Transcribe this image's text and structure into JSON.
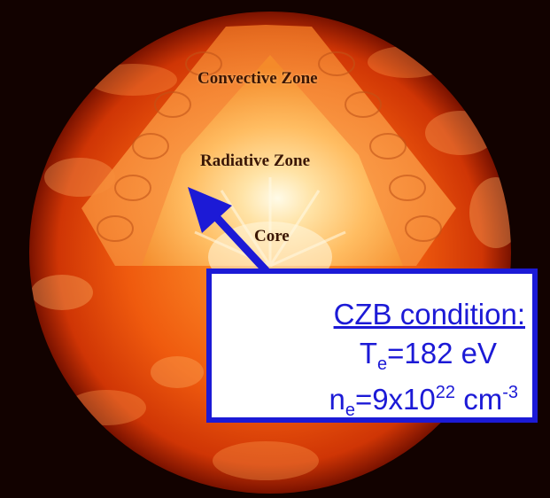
{
  "diagram": {
    "zones": {
      "convective": "Convective Zone",
      "radiative": "Radiative Zone",
      "core": "Core"
    },
    "info_box": {
      "title": "CZB condition:",
      "te_symbol": "T",
      "te_sub": "e",
      "te_value": "=182 eV",
      "ne_symbol": "n",
      "ne_sub": "e",
      "ne_value": "=9x10",
      "ne_exp": "22",
      "ne_unit": " cm",
      "ne_unit_exp": "-3"
    },
    "colors": {
      "arrow": "#1c1ad6",
      "box_border": "#1c1ad6",
      "box_text": "#1c1ad6",
      "sun_outer": "#c42a00",
      "sun_core": "#fff6d8"
    }
  }
}
